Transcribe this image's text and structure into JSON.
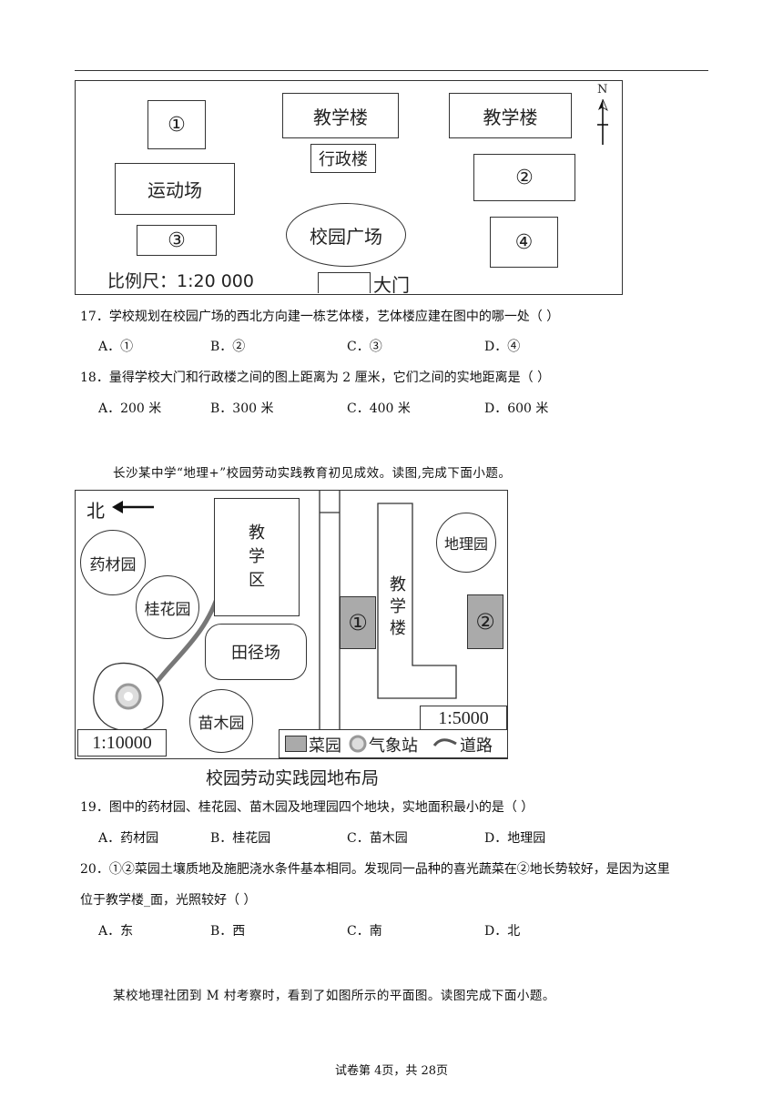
{
  "map1": {
    "box1": "①",
    "teach1": "教学楼",
    "teach2": "教学楼",
    "admin": "行政楼",
    "sports": "运动场",
    "box2": "②",
    "plaza": "校园广场",
    "box3": "③",
    "box4": "④",
    "scale": "比例尺：1:20 000",
    "gate": "大门",
    "north": "N"
  },
  "q17": {
    "text": "17．学校规划在校园广场的西北方向建一栋艺体楼，艺体楼应建在图中的哪一处（    ）",
    "options": [
      "A．①",
      "B．②",
      "C．③",
      "D．④"
    ]
  },
  "q18": {
    "text": "18．量得学校大门和行政楼之间的图上距离为 2 厘米，它们之间的实地距离是（    ）",
    "options": [
      "A．200 米",
      "B．300 米",
      "C．400 米",
      "D．600 米"
    ]
  },
  "intro2": "长沙某中学“地理+”校园劳动实践教育初见成效。读图,完成下面小题。",
  "map2": {
    "north": "北",
    "herb": "药材园",
    "osmanthus": "桂花园",
    "teaching_area": "教学区",
    "track": "田径场",
    "seedling": "苗木园",
    "teaching_building": "教学楼",
    "geo_garden": "地理园",
    "plot1": "①",
    "plot2": "②",
    "scale_small": "1:5000",
    "scale_large": "1:10000",
    "legend_garden": "菜园",
    "legend_station": "气象站",
    "legend_road": "道路",
    "caption": "校园劳动实践园地布局"
  },
  "q19": {
    "text": "19．图中的药材园、桂花园、苗木园及地理园四个地块，实地面积最小的是（    ）",
    "options": [
      "A．药材园",
      "B．桂花园",
      "C．苗木园",
      "D．地理园"
    ]
  },
  "q20": {
    "text_line1": "20．①②菜园土壤质地及施肥浇水条件基本相同。发现同一品种的喜光蔬菜在②地长势较好，是因为这里",
    "text_line2": "位于教学楼_面，光照较好（    ）",
    "options": [
      "A．东",
      "B．西",
      "C．南",
      "D．北"
    ]
  },
  "intro3": "某校地理社团到 M 村考察时，看到了如图所示的平面图。读图完成下面小题。",
  "footer": "试卷第 4页，共 28页"
}
